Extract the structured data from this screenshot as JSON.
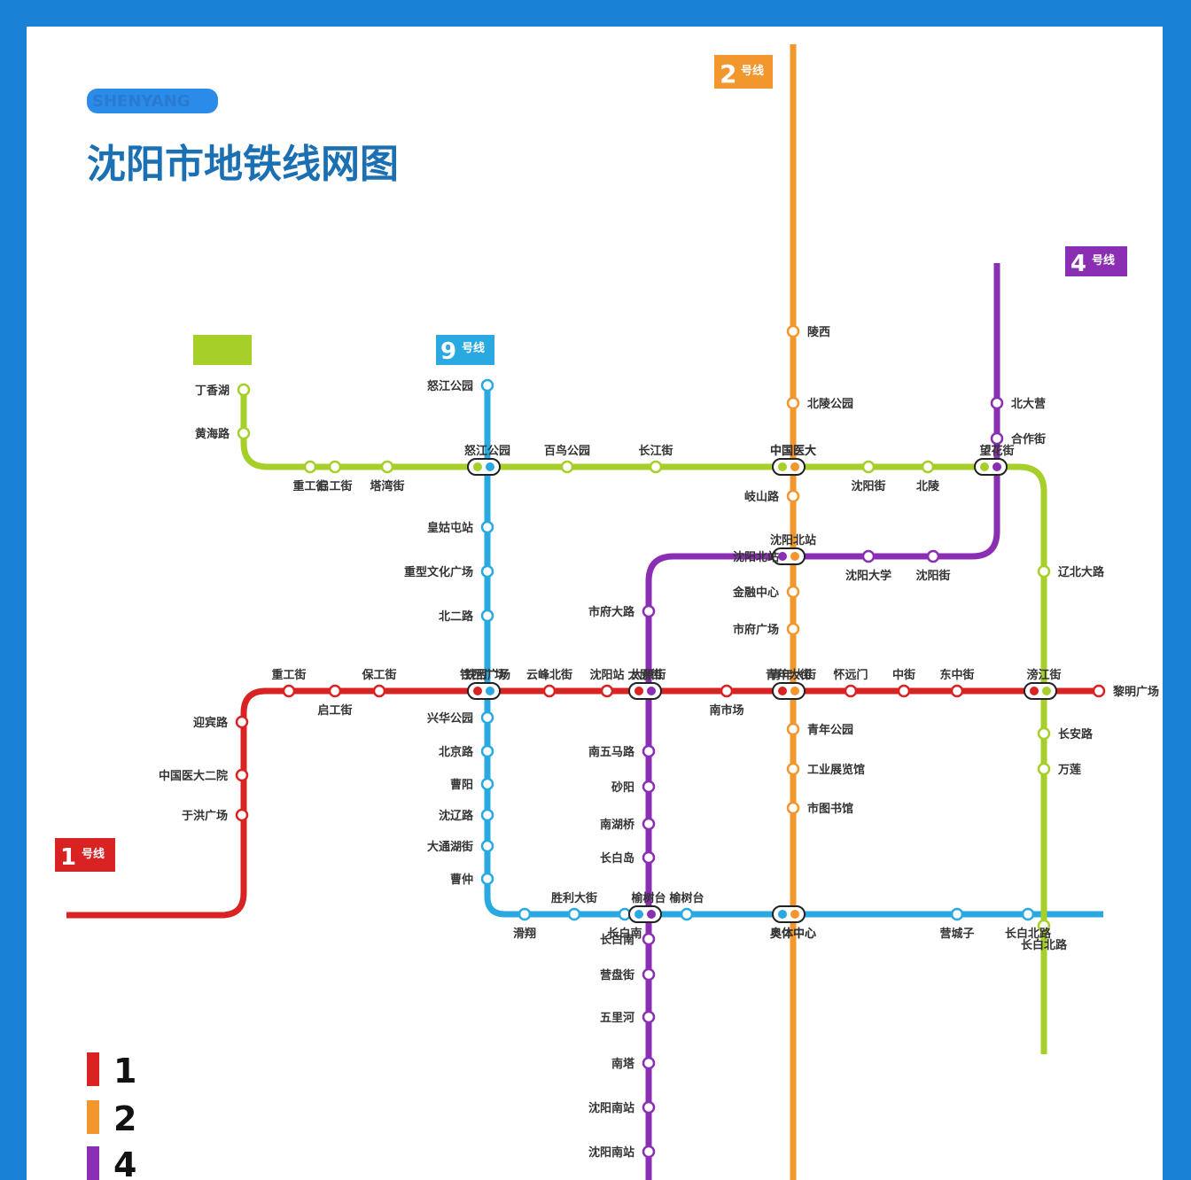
{
  "header": {
    "title": "沈阳市地铁线网图"
  },
  "badges": {
    "line1": {
      "num": "1",
      "text": "号线"
    },
    "line2": {
      "num": "2",
      "text": "号线"
    },
    "line4": {
      "num": "4",
      "text": "号线"
    },
    "line9": {
      "num": "9",
      "text": "号线"
    }
  },
  "colors": {
    "line1": "#d92323",
    "line2": "#f2962e",
    "line4": "#8a2fb3",
    "line9": "#29a9e0",
    "line10": "#a6cf2a",
    "border": "#1a82d6"
  },
  "lines": [
    {
      "id": "line1",
      "color": "#d92323",
      "stations": [
        {
          "name": "黎明广场",
          "icon": true
        },
        {
          "name": "滂江街"
        },
        {
          "name": "东中街"
        },
        {
          "name": "中街"
        },
        {
          "name": "怀远门"
        },
        {
          "name": "青年大街"
        },
        {
          "name": "南市场"
        },
        {
          "name": "太原街"
        },
        {
          "name": "沈阳站"
        },
        {
          "name": "云峰北街"
        },
        {
          "name": "铁西广场"
        },
        {
          "name": "保工街"
        },
        {
          "name": "启工街"
        },
        {
          "name": "重工街"
        },
        {
          "name": "迎宾路"
        },
        {
          "name": "中国医大二院"
        },
        {
          "name": "于洪广场"
        }
      ]
    },
    {
      "id": "line2",
      "color": "#f2962e",
      "stations": [
        {
          "name": "陵西"
        },
        {
          "name": "北陵公园"
        },
        {
          "name": "中国医大"
        },
        {
          "name": "岐山路"
        },
        {
          "name": "沈阳北站"
        },
        {
          "name": "金融中心"
        },
        {
          "name": "市府广场"
        },
        {
          "name": "青年大街"
        },
        {
          "name": "青年公园"
        },
        {
          "name": "工业展览馆"
        },
        {
          "name": "市图书馆"
        },
        {
          "name": "奥体中心"
        }
      ]
    },
    {
      "id": "line4",
      "color": "#8a2fb3",
      "stations": [
        {
          "name": "北大营"
        },
        {
          "name": "合作街"
        },
        {
          "name": "沈阳大学"
        },
        {
          "name": "沈阳街"
        },
        {
          "name": "望花街"
        },
        {
          "name": "沈阳北站"
        },
        {
          "name": "市府大路"
        },
        {
          "name": "太原街"
        },
        {
          "name": "南五马路"
        },
        {
          "name": "砂阳"
        },
        {
          "name": "南湖桥"
        },
        {
          "name": "长白岛"
        },
        {
          "name": "榆树台"
        },
        {
          "name": "长白南"
        },
        {
          "name": "营盘街"
        },
        {
          "name": "五里河"
        },
        {
          "name": "沈阳南站"
        },
        {
          "name": "南塔"
        },
        {
          "name": "沈阳南站"
        }
      ]
    },
    {
      "id": "line9",
      "color": "#29a9e0",
      "stations": [
        {
          "name": "怒江公园"
        },
        {
          "name": "皇姑屯站"
        },
        {
          "name": "重型文化广场"
        },
        {
          "name": "北二路"
        },
        {
          "name": "铁西广场"
        },
        {
          "name": "兴华公园"
        },
        {
          "name": "北京路"
        },
        {
          "name": "曹阳"
        },
        {
          "name": "沈辽路"
        },
        {
          "name": "大通湖街"
        },
        {
          "name": "曹仲"
        },
        {
          "name": "滑翔"
        },
        {
          "name": "胜利大街"
        },
        {
          "name": "长白南"
        },
        {
          "name": "奥体中心"
        },
        {
          "name": "榆树台"
        },
        {
          "name": "长白北路"
        },
        {
          "name": "营城子"
        }
      ]
    },
    {
      "id": "line10",
      "color": "#a6cf2a",
      "stations": [
        {
          "name": "丁香湖"
        },
        {
          "name": "黄海路"
        },
        {
          "name": "重工街"
        },
        {
          "name": "启工街"
        },
        {
          "name": "塔湾街"
        },
        {
          "name": "怒江公园"
        },
        {
          "name": "百鸟公园"
        },
        {
          "name": "长江街"
        },
        {
          "name": "中国医大"
        },
        {
          "name": "沈阳街"
        },
        {
          "name": "北陵"
        },
        {
          "name": "辽北大路"
        },
        {
          "name": "长安路"
        },
        {
          "name": "万莲"
        },
        {
          "name": "长白北路"
        }
      ]
    }
  ],
  "legend": [
    {
      "num": "1",
      "color": "#d92323"
    },
    {
      "num": "2",
      "color": "#f2962e"
    },
    {
      "num": "4",
      "color": "#8a2fb3"
    }
  ]
}
